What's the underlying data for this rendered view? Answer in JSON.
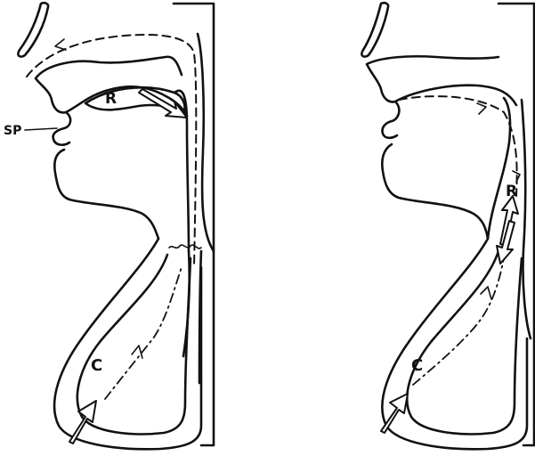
{
  "panel_left": {
    "label_resonator": "R",
    "label_cavity": "C",
    "label_soft_palate": "SP"
  },
  "panel_right": {
    "label_resonator": "R",
    "label_cavity": "C"
  }
}
